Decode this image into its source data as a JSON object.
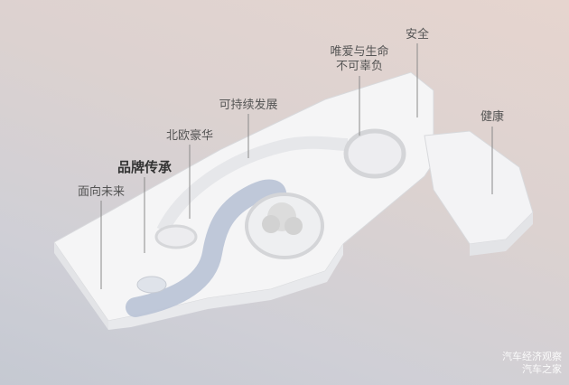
{
  "labels": {
    "future": "面向未来",
    "heritage": "品牌传承",
    "nordic_luxury": "北欧豪华",
    "sustainability": "可持续发展",
    "love_life_1": "唯爱与生命",
    "love_life_2": "不可辜负",
    "safety": "安全",
    "health": "健康"
  },
  "watermark": {
    "line1": "汽车经济观察",
    "line2": "汽车之家"
  },
  "colors": {
    "floor": "#f4f4f5",
    "wall": "#e2e3e6",
    "path": "#b9c3d6",
    "leader": "#8a8a8a"
  }
}
